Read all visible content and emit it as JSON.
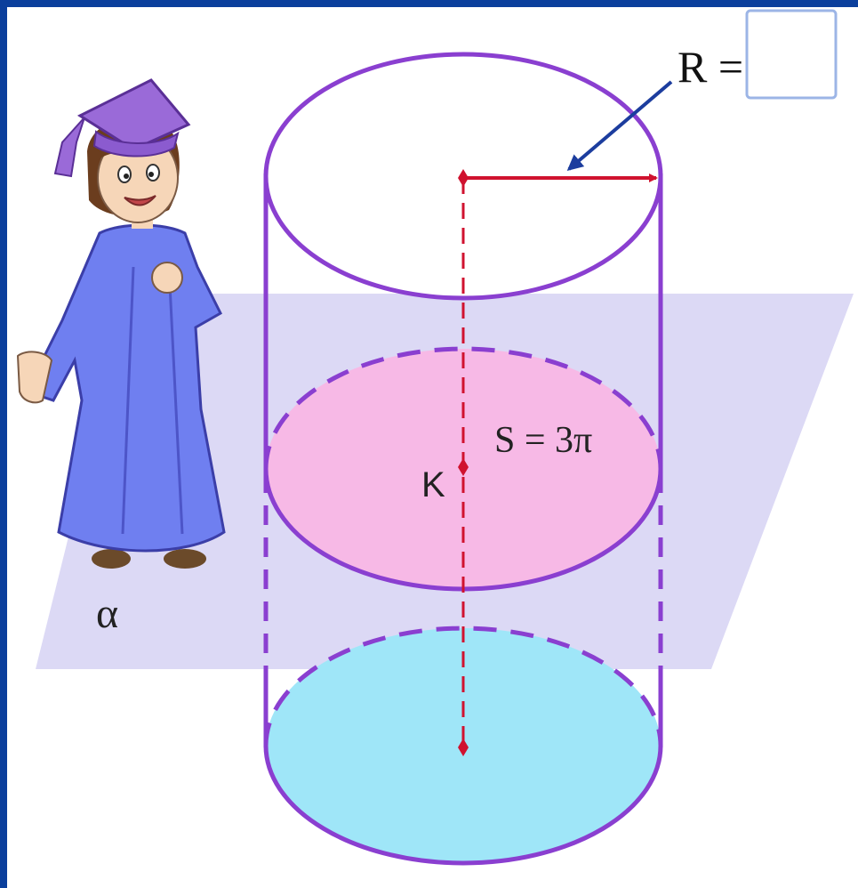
{
  "labels": {
    "radius": "R =",
    "section_area": "S = 3π",
    "point": "K",
    "plane": "α"
  },
  "answer_box": {
    "value": ""
  },
  "colors": {
    "frame": "#0b3f9c",
    "canvas": "#ffffff",
    "cylinder_outline": "#8a3fd0",
    "plane": "#dcd9f5",
    "section_fill": "#f7b9e6",
    "base_fill": "#9fe6f8",
    "axis": "#d0122f",
    "pointer_arrow": "#1c3d9e",
    "answer_box_border": "#9cb5e6"
  },
  "icons": {
    "character": "graduate-character-icon",
    "pointer": "arrow-pointer-icon"
  }
}
